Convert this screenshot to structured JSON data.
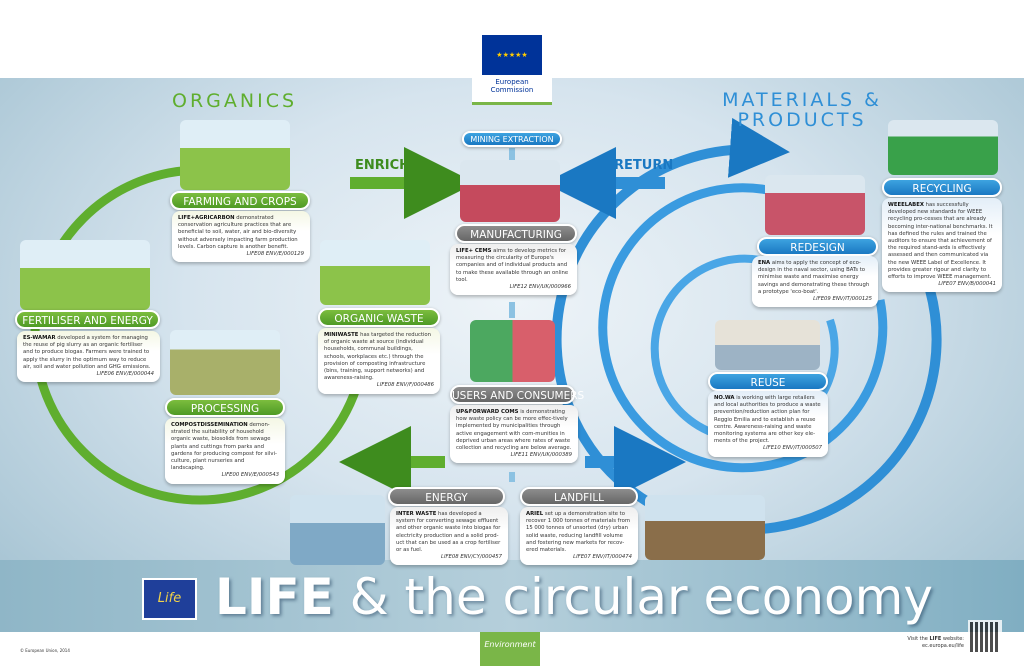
{
  "header": {
    "org": "European Commission"
  },
  "sections": {
    "organics": "ORGANICS",
    "materials": "MATERIALS & PRODUCTS"
  },
  "arrows": {
    "enrich": "ENRICH",
    "return": "RETURN"
  },
  "mining": "MINING EXTRACTION",
  "stages": {
    "farming": {
      "title": "FARMING AND CROPS",
      "project": "LIFE+AGRICARBON",
      "text": " demonstrated conservation agriculture practices that are beneficial to soil, water, air and bio-diversity without adversely impacting farm production levels. Carbon capture is another benefit.",
      "ref": "LIFE08 ENV/E/000129"
    },
    "fertiliser": {
      "title": "FERTILISER AND ENERGY",
      "project": "ES-WAMAR",
      "text": " developed a system for managing the reuse of pig slurry as an organic fertiliser and to produce biogas. Farmers were trained to apply the slurry in the optimum way to reduce air, soil and water pollution and GHG emissions.",
      "ref": "LIFE06 ENV/E/000044"
    },
    "organic_waste": {
      "title": "ORGANIC WASTE",
      "project": "MINIWASTE",
      "text": " has targeted the reduction of organic waste at source (individual households, communal buildings, schools, workplaces etc.) through the provision of composting infrastructure (bins, training, support networks) and awareness-raising.",
      "ref": "LIFE08 ENV/F/000486"
    },
    "processing": {
      "title": "PROCESSING",
      "project": "COMPOSTDISSEMINATION",
      "text": " demon-strated the suitability of household organic waste, biosolids from sewage plants and cuttings from parks and gardens for producing compost for silvi-culture, plant nurseries and landscaping.",
      "ref": "LIFE00 ENV/E/000543"
    },
    "manufacturing": {
      "title": "MANUFACTURING",
      "project": "LIFE+ CEMS",
      "text": " aims to develop metrics for measuring the circularity of Europe's companies and of individual products and to make these available through an online tool.",
      "ref": "LIFE12 ENV/UK/000966"
    },
    "users": {
      "title": "USERS AND CONSUMERS",
      "project": "UP&FORWARD COMS",
      "text": " is demonstrating how waste policy can be more effec-tively implemented by municipalities through active engagement with com-munities in deprived urban areas where rates of waste collection and recycling are below average.",
      "ref": "LIFE11 ENV/UK/000389"
    },
    "energy": {
      "title": "ENERGY",
      "project": "INTER WASTE",
      "text": " has developed a system for converting sewage effluent and other organic waste into biogas for electricity production and a solid prod-uct that can be used as a crop fertiliser or as fuel.",
      "ref": "LIFE08 ENV/CY/000457"
    },
    "landfill": {
      "title": "LANDFILL",
      "project": "ARIEL",
      "text": " set up a demonstration site to recover 1 000 tonnes of materials from 15 000 tonnes of unsorted (dry) urban solid waste, reducing landfill volume and fostering new markets for recov-ered materials.",
      "ref": "LIFE07 ENV/IT/000474"
    },
    "recycling": {
      "title": "RECYCLING",
      "project": "WEEELABEX",
      "text": " has successfully developed new standards for WEEE recycling pro-cesses that are already becoming inter-national benchmarks. It has defined the rules and trained the auditors to ensure that achievement of the required stand-ards is effectively assessed and then communicated via the new WEEE Label of Excellence. It provides greater rigour and clarity to efforts to improve WEEE management.",
      "ref": "LIFE07 ENV/B/000041"
    },
    "redesign": {
      "title": "REDESIGN",
      "project": "ENA",
      "text": " aims to apply the concept of eco-design in the naval sector, using BATs to minimise waste and maximise energy savings and demonstrating these through a prototype 'eco-boat'.",
      "ref": "LIFE09 ENV/IT/000125"
    },
    "reuse": {
      "title": "REUSE",
      "project": "NO.WA",
      "text": " is working with large retailers and local authorities to produce a waste prevention/reduction action plan for Reggio Emilia and to establish a reuse centre. Awareness-raising and waste monitoring systems are other key ele-ments of the project.",
      "ref": "LIFE10 ENV/IT/000507"
    }
  },
  "title": {
    "life": "LIFE",
    "rest": " & the circular economy"
  },
  "logo": {
    "life": "Life"
  },
  "footer": {
    "copyright": "© European Union, 2014",
    "visit_prefix": "Visit the ",
    "visit_life": "LIFE",
    "visit_suffix": " website:",
    "url": "ec.europa.eu/life",
    "environment": "Environment"
  },
  "colors": {
    "green": "#4e9a25",
    "blue": "#1a78c2",
    "grey": "#777777",
    "eu_blue": "#003399"
  }
}
